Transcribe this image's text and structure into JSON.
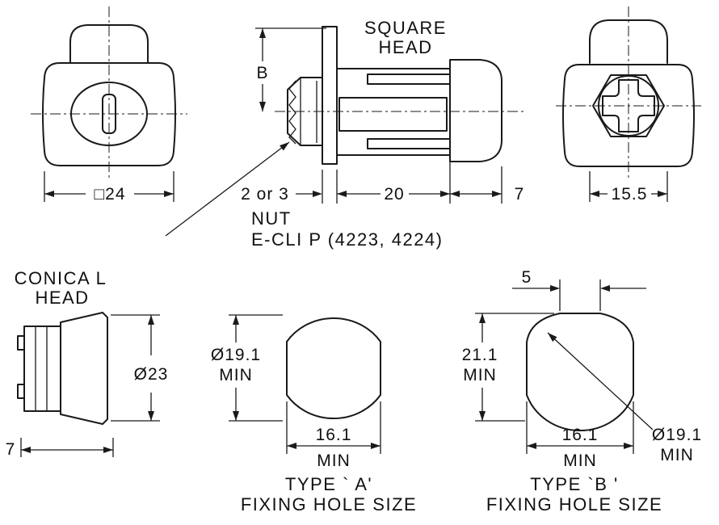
{
  "drawing": {
    "background": "#ffffff",
    "line_color": "#1a1a1a",
    "front_view": {
      "dim_width": "□24"
    },
    "side_view": {
      "head_label_line1": "SQUARE",
      "head_label_line2": "HEAD",
      "dim_height": "B",
      "dim_nut_thickness": "2 or 3",
      "dim_body_length": "20",
      "dim_cap_length": "7",
      "callout_line1": "NUT",
      "callout_line2": "E-CLI P (4223, 4224)"
    },
    "rear_view": {
      "dim_width": "15.5"
    },
    "conical_view": {
      "label_line1": "CONICA L",
      "label_line2": "HEAD",
      "dim_diameter": "Ø23",
      "dim_depth": "7"
    },
    "type_a": {
      "dim_diameter": "Ø19.1",
      "dim_diameter_qual": "MIN",
      "dim_width": "16.1",
      "dim_width_qual": "MIN",
      "caption_line1": "TYPE ` A'",
      "caption_line2": "FIXING HOLE SIZE"
    },
    "type_b": {
      "dim_tab_width": "5",
      "dim_height": "21.1",
      "dim_height_qual": "MIN",
      "dim_width": "16.1",
      "dim_width_qual": "MIN",
      "dim_diameter": "Ø19.1",
      "dim_diameter_qual": "MIN",
      "caption_line1": "TYPE `B '",
      "caption_line2": "FIXING HOLE SIZE"
    }
  }
}
